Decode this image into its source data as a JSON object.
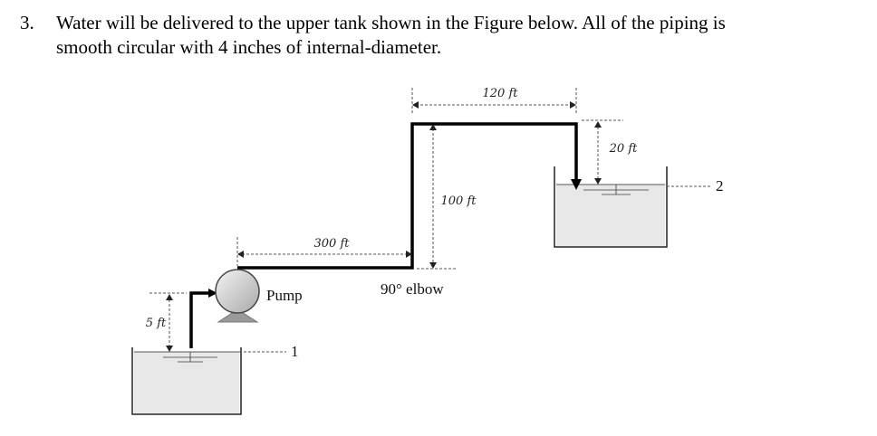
{
  "problem": {
    "number": "3.",
    "line1": "Water will be delivered to the upper tank shown in the Figure below. All of the piping is",
    "line2": "smooth circular with 4 inches of internal-diameter."
  },
  "figure": {
    "dim_horizontal_top": {
      "value": "120",
      "unit": "ft"
    },
    "dim_vertical_right": {
      "value": "20",
      "unit": "ft"
    },
    "dim_vertical_mid": {
      "value": "100",
      "unit": "ft"
    },
    "dim_horizontal_mid": {
      "value": "300",
      "unit": "ft"
    },
    "dim_vertical_left": {
      "value": "5",
      "unit": "ft"
    },
    "elbow_label": "90° elbow",
    "pump_label": "Pump",
    "point1_label": "1",
    "point2_label": "2"
  }
}
